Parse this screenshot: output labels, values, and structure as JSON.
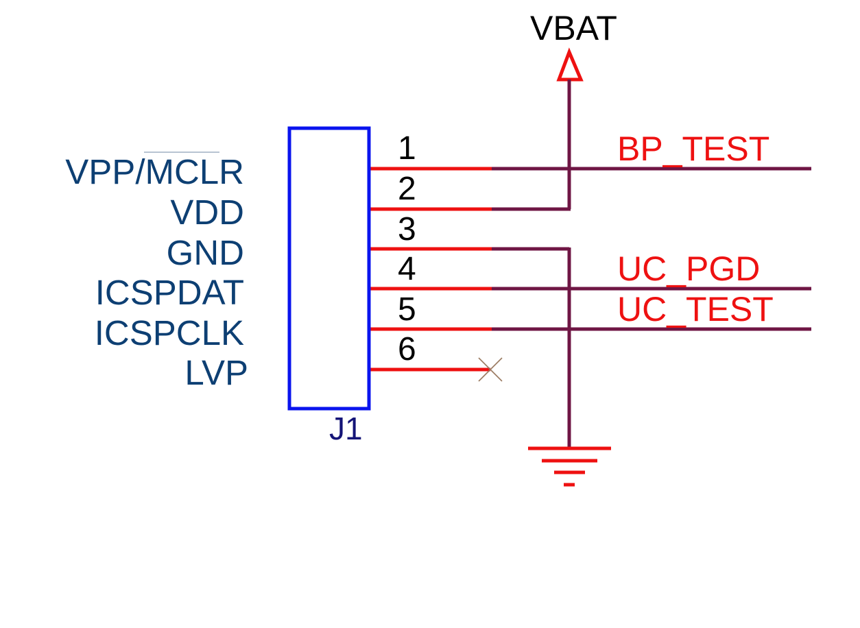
{
  "colors": {
    "wire": "#6f1644",
    "pin": "#ee1111",
    "net_label": "#ee1111",
    "pin_name": "#0d3f73",
    "component_body": "#0a14ee",
    "designator": "#141477",
    "text": "#000000",
    "no_connect": "#9a7a60"
  },
  "component": {
    "designator": "J1",
    "pins": [
      {
        "number": "1",
        "name": "VPP/MCLR",
        "overbar_text": "MCLR",
        "net": "BP_TEST"
      },
      {
        "number": "2",
        "name": "VDD",
        "net": "VBAT"
      },
      {
        "number": "3",
        "name": "GND",
        "net": "GND"
      },
      {
        "number": "4",
        "name": "ICSPDAT",
        "net": "UC_PGD"
      },
      {
        "number": "5",
        "name": "ICSPCLK",
        "net": "UC_TEST"
      },
      {
        "number": "6",
        "name": "LVP",
        "net": ""
      }
    ]
  },
  "power": {
    "label": "VBAT",
    "symbol": "arrow-power-icon"
  },
  "ground": {
    "symbol": "ground-icon"
  },
  "net_labels": [
    "BP_TEST",
    "UC_PGD",
    "UC_TEST"
  ]
}
